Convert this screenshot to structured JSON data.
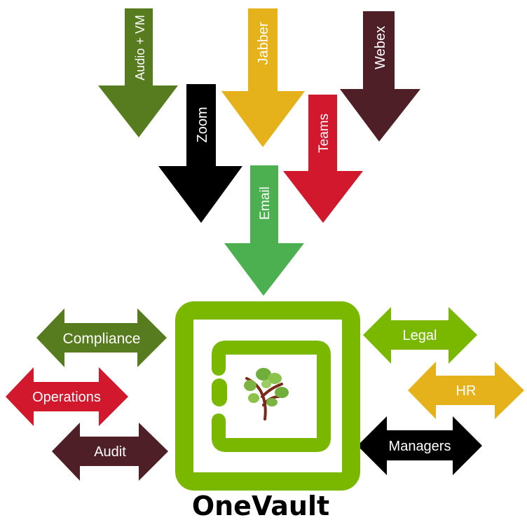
{
  "title": "OneVault",
  "colors": {
    "vault_green": "#7ab800",
    "white": "#ffffff"
  },
  "inputs": [
    {
      "label": "Audio + VM",
      "color": "#577b1f"
    },
    {
      "label": "Zoom",
      "color": "#000000"
    },
    {
      "label": "Jabber",
      "color": "#e5b21c"
    },
    {
      "label": "Teams",
      "color": "#d2182d"
    },
    {
      "label": "Webex",
      "color": "#4e1f26"
    },
    {
      "label": "Email",
      "color": "#4caf50"
    }
  ],
  "consumers_left": [
    {
      "label": "Compliance",
      "color": "#577b1f"
    },
    {
      "label": "Operations",
      "color": "#d2182d"
    },
    {
      "label": "Audit",
      "color": "#4e1f26"
    }
  ],
  "consumers_right": [
    {
      "label": "Legal",
      "color": "#7ab800"
    },
    {
      "label": "HR",
      "color": "#e5b21c"
    },
    {
      "label": "Managers",
      "color": "#000000"
    }
  ],
  "icons": {
    "tree": "tree-icon",
    "vault": "vault-icon"
  }
}
